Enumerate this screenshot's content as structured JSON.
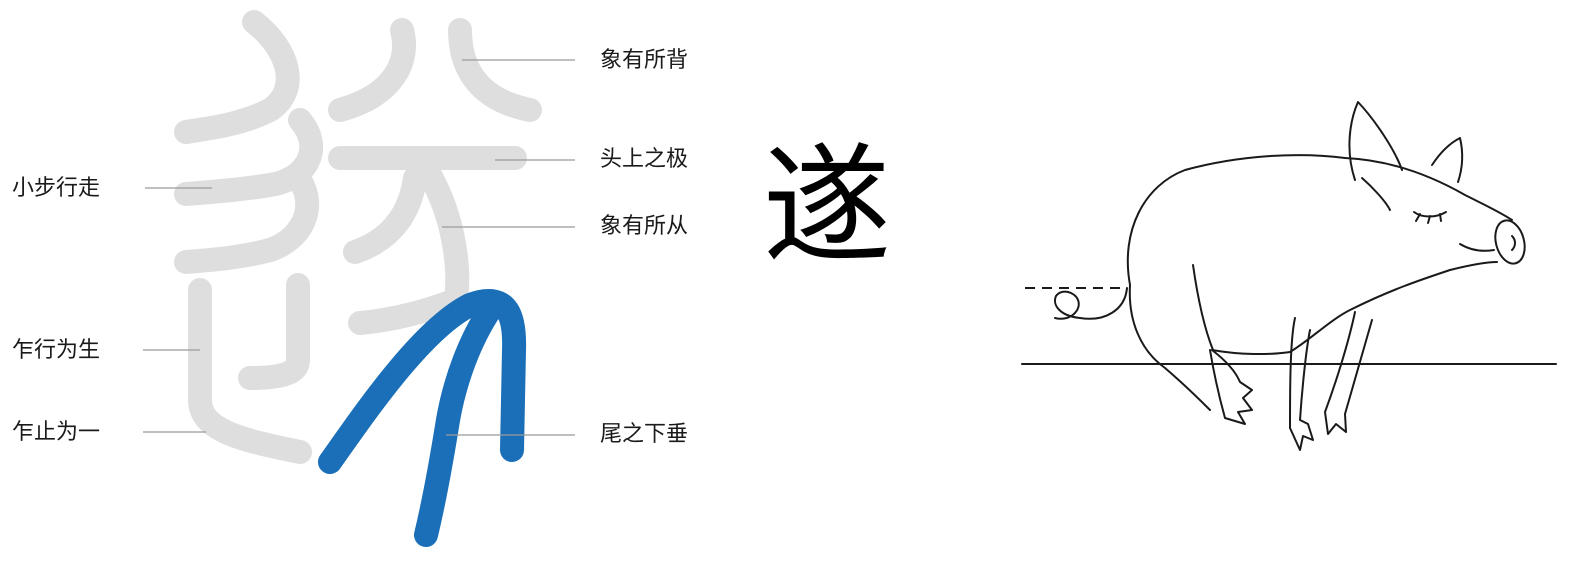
{
  "character": {
    "regular_script": "遂",
    "seal_stroke_color": "#dededf",
    "highlight_stroke_color": "#1a6fb8"
  },
  "labels": {
    "left": [
      "小步行走",
      "乍行为生",
      "乍止为一"
    ],
    "right": [
      "象有所背",
      "头上之极",
      "象有所从",
      "尾之下垂"
    ]
  },
  "illustration": {
    "subject": "pig-icon"
  }
}
